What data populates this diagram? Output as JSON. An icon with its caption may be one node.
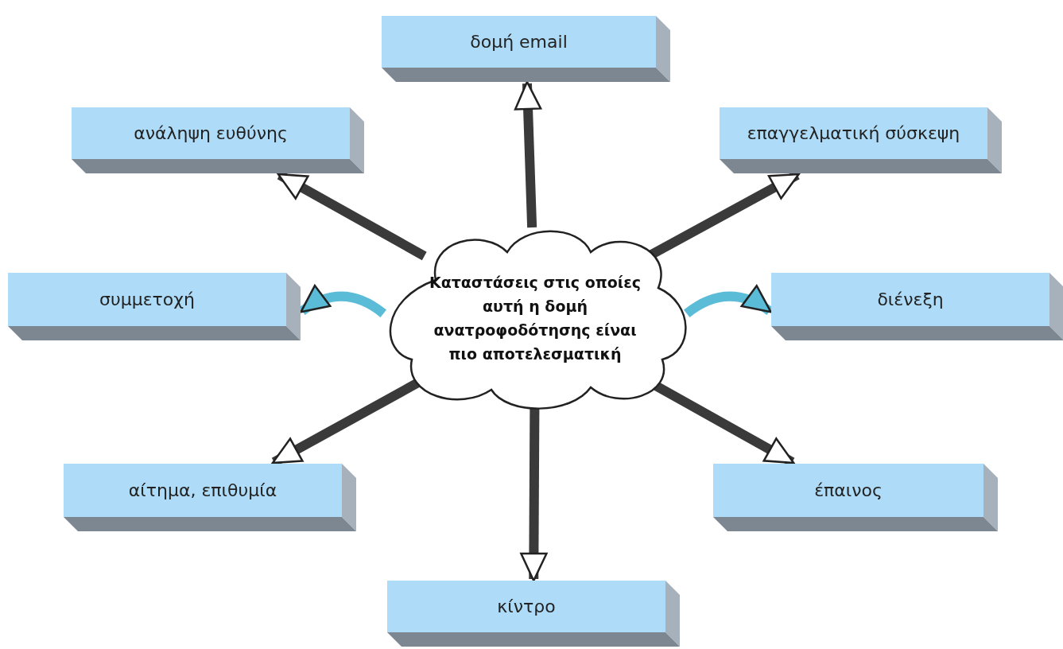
{
  "diagram": {
    "nodes": [
      {
        "text": [
          "δομή email"
        ]
      },
      {
        "text": [
          "ανάληψη ευθύνης"
        ]
      },
      {
        "text": [
          "επαγγελματική σύσκεψη"
        ]
      },
      {
        "text": [
          "συμμετοχή"
        ]
      },
      {
        "text": [
          "Καταστάσεις στις οποίες αυτή η δομή ανατροφοδότησης είναι πιο αποτελεσματική"
        ]
      },
      {
        "text": [
          "διένεξη"
        ]
      },
      {
        "text": [
          "αίτημα, επιθυμία"
        ]
      },
      {
        "text": [
          "έπαινος"
        ]
      },
      {
        "text": [
          "κίντρο"
        ]
      }
    ],
    "edges": [
      {
        "from": 4,
        "to": 0,
        "arrow": "to"
      },
      {
        "from": 4,
        "to": 1,
        "arrow": "to"
      },
      {
        "from": 4,
        "to": 2,
        "arrow": "to"
      },
      {
        "from": 4,
        "to": 3,
        "arrow": "to",
        "color": "#5bbcd8"
      },
      {
        "from": 4,
        "to": 5,
        "arrow": "to",
        "color": "#5bbcd8"
      },
      {
        "from": 4,
        "to": 6,
        "arrow": "to"
      },
      {
        "from": 4,
        "to": 7,
        "arrow": "to"
      },
      {
        "from": 4,
        "to": 8,
        "arrow": "to"
      }
    ]
  }
}
